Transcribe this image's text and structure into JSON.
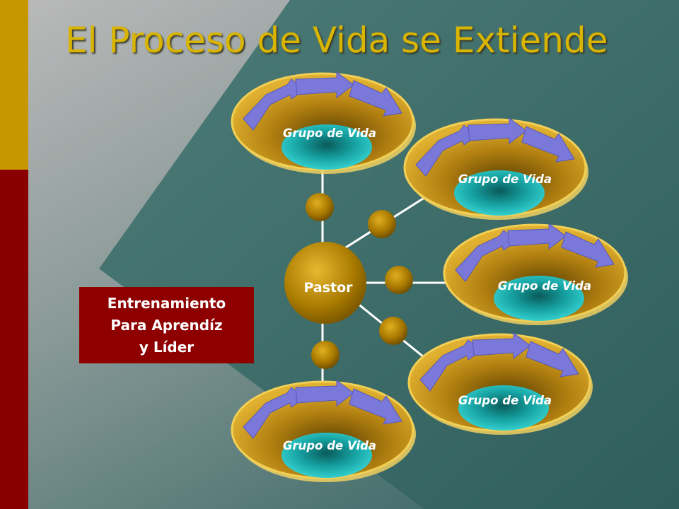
{
  "slide": {
    "title": "El Proceso de Vida se Extiende",
    "pastor_label": "Pastor",
    "groups": [
      {
        "label": "Grupo de Vida"
      },
      {
        "label": "Grupo de Vida"
      },
      {
        "label": "Grupo de Vida"
      },
      {
        "label": "Grupo de Vida"
      },
      {
        "label": "Grupo de Vida"
      }
    ],
    "training_box": {
      "lines": [
        "Entrenamiento",
        "Para Aprendíz",
        "y Líder"
      ]
    }
  },
  "colors": {
    "title": "#d9b400",
    "left_bar_top": "#c79700",
    "left_bar_bottom": "#8a0000",
    "training_box": "#8e0000",
    "ring": "#d0a020",
    "pool": "#25c5c5",
    "arrows": "#7a78d8",
    "node": "#b08800"
  }
}
